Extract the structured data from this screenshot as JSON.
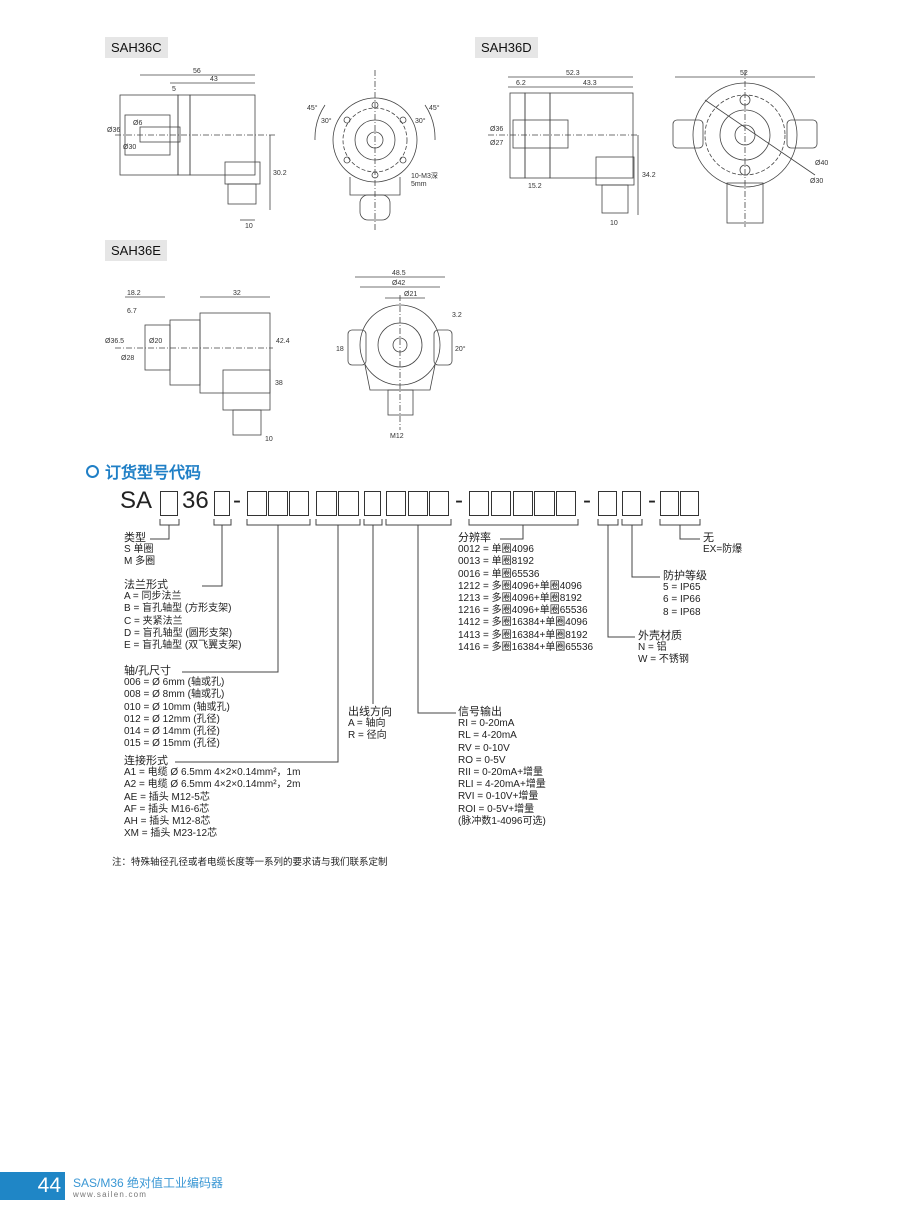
{
  "models": [
    "SAH36C",
    "SAH36D",
    "SAH36E"
  ],
  "dims": {
    "c_side": [
      "56",
      "43",
      "5",
      "Ø36",
      "Ø30",
      "Ø6",
      "30.2",
      "10"
    ],
    "c_front": [
      "45°",
      "30°",
      "45°",
      "30°",
      "10-M3深",
      "5mm"
    ],
    "d_side": [
      "52.3",
      "43.3",
      "6.2",
      "Ø36",
      "Ø27",
      "15.2",
      "34.2",
      "10"
    ],
    "d_front": [
      "52",
      "Ø40",
      "Ø30"
    ],
    "e_side": [
      "18.2",
      "6.7",
      "32",
      "Ø36.5",
      "Ø28",
      "Ø20",
      "42.4",
      "38",
      "10"
    ],
    "e_front": [
      "48.5",
      "Ø42",
      "Ø21",
      "3.2",
      "18",
      "20°",
      "M12"
    ]
  },
  "section_title": "订货型号代码",
  "code": {
    "prefix": "SA",
    "mid": "36",
    "dash": "-"
  },
  "type": {
    "title": "类型",
    "items": [
      "S 单圈",
      "M 多圈"
    ]
  },
  "flange": {
    "title": "法兰形式",
    "items": [
      "A = 同步法兰",
      "B = 盲孔轴型 (方形支架)",
      "C = 夹紧法兰",
      "D = 盲孔轴型 (圆形支架)",
      "E = 盲孔轴型 (双飞翼支架)"
    ]
  },
  "shaft": {
    "title": "轴/孔尺寸",
    "items": [
      "006 = Ø 6mm (轴或孔)",
      "008 = Ø 8mm (轴或孔)",
      "010 = Ø 10mm (轴或孔)",
      "012 = Ø 12mm (孔径)",
      "014 = Ø 14mm (孔径)",
      "015 = Ø 15mm (孔径)"
    ]
  },
  "connection": {
    "title": "连接形式",
    "items": [
      "A1 = 电缆 Ø 6.5mm 4×2×0.14mm²，1m",
      "A2 = 电缆 Ø 6.5mm 4×2×0.14mm²，2m",
      "AE = 插头 M12-5芯",
      "AF = 插头 M16-6芯",
      "AH = 插头 M12-8芯",
      "XM = 插头 M23-12芯"
    ]
  },
  "direction": {
    "title": "出线方向",
    "items": [
      "A = 轴向",
      "R = 径向"
    ]
  },
  "signal": {
    "title": "信号输出",
    "items": [
      "RI = 0-20mA",
      "RL = 4-20mA",
      "RV = 0-10V",
      "RO = 0-5V",
      "RII = 0-20mA+增量",
      "RLI = 4-20mA+增量",
      "RVI = 0-10V+增量",
      "ROI = 0-5V+增量",
      "(脉冲数1-4096可选)"
    ]
  },
  "resolution": {
    "title": "分辨率",
    "items": [
      "0012 = 单圈4096",
      "0013 = 单圈8192",
      "0016 = 单圈65536",
      "1212 = 多圈4096+单圈4096",
      "1213 = 多圈4096+单圈8192",
      "1216 = 多圈4096+单圈65536",
      "1412 = 多圈16384+单圈4096",
      "1413 = 多圈16384+单圈8192",
      "1416 = 多圈16384+单圈65536"
    ]
  },
  "housing": {
    "title": "外壳材质",
    "items": [
      "N = 铝",
      "W = 不锈钢"
    ]
  },
  "protection": {
    "title": "防护等级",
    "items": [
      "5 = IP65",
      "6 = IP66",
      "8 = IP68"
    ]
  },
  "explosion": {
    "title": "无",
    "items": [
      "EX=防爆"
    ]
  },
  "note": "注：特殊轴径孔径或者电缆长度等一系列的要求请与我们联系定制",
  "footer": {
    "page": "44",
    "title": "SAS/M36 绝对值工业编码器",
    "url": "www.sailen.com"
  },
  "colors": {
    "accent": "#1f7fc6"
  }
}
